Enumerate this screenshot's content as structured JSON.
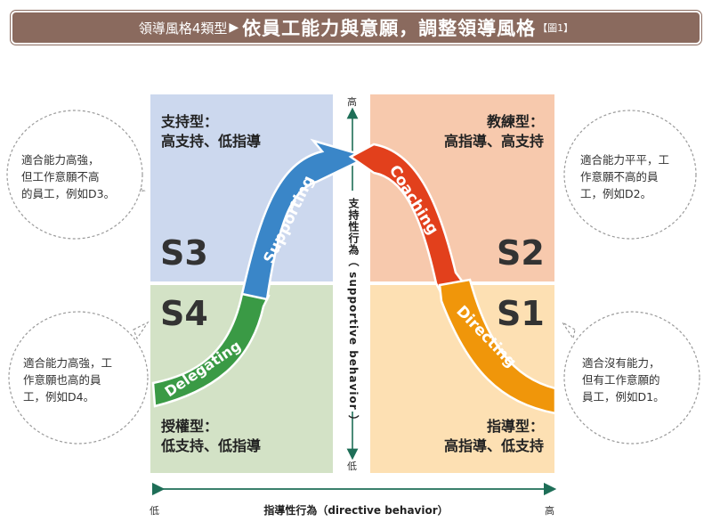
{
  "banner": {
    "prefix": "領導風格4類型",
    "arrow": "▶",
    "title": "依員工能力與意願，調整領導風格",
    "tag": "【圖1】"
  },
  "quadrants": {
    "s3": {
      "label": "S3",
      "title_line1": "支持型：",
      "title_line2": "高支持、低指導",
      "color": "#ccd8ee"
    },
    "s2": {
      "label": "S2",
      "title_line1": "教練型：",
      "title_line2": "高指導、高支持",
      "color": "#f7c9ad"
    },
    "s4": {
      "label": "S4",
      "title_line1": "授權型：",
      "title_line2": "低支持、低指導",
      "color": "#d3e2c6"
    },
    "s1": {
      "label": "S1",
      "title_line1": "指導型：",
      "title_line2": "高指導、低支持",
      "color": "#fde0b3"
    }
  },
  "curve": {
    "supporting": {
      "text": "Supporting",
      "color": "#3a86c8"
    },
    "coaching": {
      "text": "Coaching",
      "color": "#e2401c"
    },
    "directing": {
      "text": "Directing",
      "color": "#f0960a"
    },
    "delegating": {
      "text": "Delegating",
      "color": "#3a9a45"
    }
  },
  "bubbles": {
    "top_left": [
      "適合能力高強，",
      "但工作意願不高",
      "的員工，例如D3。"
    ],
    "top_right": [
      "適合能力平平，工",
      "作意願不高的員",
      "工，例如D2。"
    ],
    "bottom_left": [
      "適合能力高強，工",
      "作意願也高的員",
      "工，例如D4。"
    ],
    "bottom_right": [
      "適合沒有能力，",
      "但有工作意願的",
      "員工，例如D1。"
    ]
  },
  "axes": {
    "vertical_label": "支持性行為（ supportive behavior ）",
    "vertical_high": "高",
    "vertical_low": "低",
    "horizontal_label": "指導性行為（directive  behavior）",
    "horizontal_low": "低",
    "horizontal_high": "高",
    "axis_color": "#1e6e57"
  }
}
